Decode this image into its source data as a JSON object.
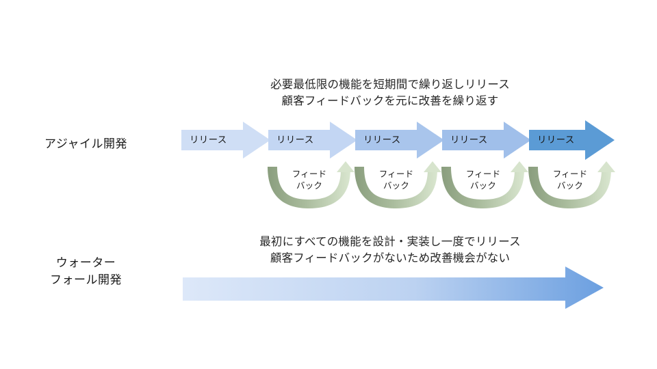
{
  "diagram": {
    "title_text_hidden": "",
    "background": "#ffffff",
    "agile": {
      "label": "アジャイル開発",
      "caption": "必要最低限の機能を短期間で繰り返しリリース\n顧客フィードバックを元に改善を繰り返す",
      "release_steps": [
        {
          "label": "リリース",
          "color": "#cfdef5"
        },
        {
          "label": "リリース",
          "color": "#c3d6f3"
        },
        {
          "label": "リリース",
          "color": "#a9c5ec"
        },
        {
          "label": "リリース",
          "color": "#a0bfea"
        },
        {
          "label": "リリース",
          "color": "#5b9bd5"
        }
      ],
      "feedback_loops": [
        {
          "label": "フィード\nバック"
        },
        {
          "label": "フィード\nバック"
        },
        {
          "label": "フィード\nバック"
        },
        {
          "label": "フィード\nバック"
        }
      ],
      "feedback_color_start": "#8a9e7e",
      "feedback_color_end": "#d7e4cd"
    },
    "waterfall": {
      "label": "ウォーター\nフォール開発",
      "caption": "最初にすべての機能を設計・実装し一度でリリース\n顧客フィードバックがないため改善機会がない",
      "arrow": {
        "gradient_start": "#dde8f9",
        "gradient_end": "#6b9fe0"
      }
    }
  }
}
